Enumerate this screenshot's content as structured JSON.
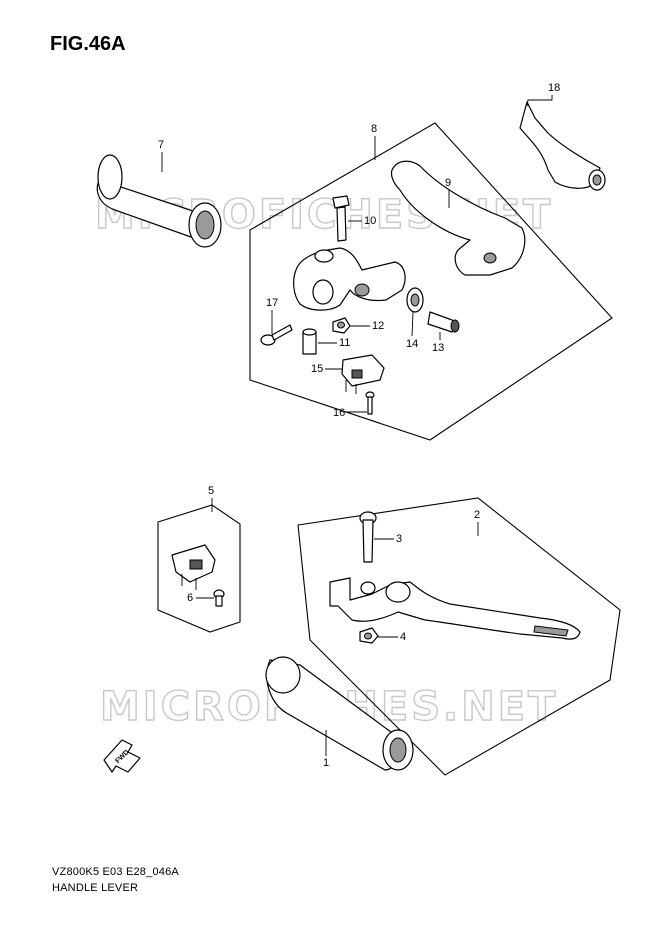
{
  "figure": {
    "title": "FIG.46A",
    "model_code": "VZ800K5 E03 E28_046A",
    "caption": "HANDLE LEVER"
  },
  "watermark": {
    "text": "MICROFICHES.NET"
  },
  "direction_marker": {
    "text": "FWD"
  },
  "callouts": [
    "1",
    "2",
    "3",
    "4",
    "5",
    "6",
    "7",
    "8",
    "9",
    "10",
    "11",
    "12",
    "13",
    "14",
    "15",
    "16",
    "17",
    "18"
  ]
}
